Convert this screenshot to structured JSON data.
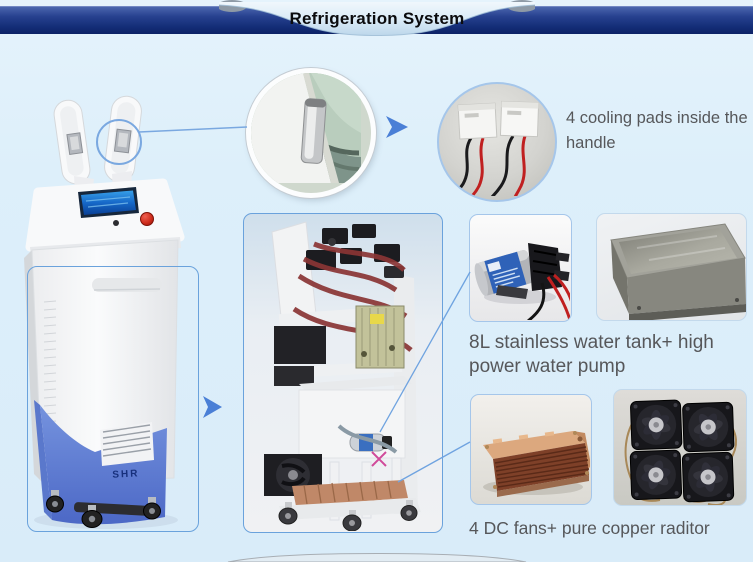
{
  "header": {
    "title": "Refrigeration System"
  },
  "machine": {
    "brand": "SHR"
  },
  "captions": {
    "cooling_pads": "4 cooling pads inside the handle",
    "tank_pump": "8L stainless water tank+ high power water pump",
    "fans_radiator": "4 DC fans+ pure copper raditor"
  },
  "colors": {
    "page_background": "#ddeffa",
    "banner_bar": "#1b3585",
    "ribbon": "#d9eaf6",
    "accent_arrow": "#4a7fd6",
    "annotation_line": "#6fa3e0",
    "frame_outline": "#6aa2dc",
    "caption_text": "#56575a",
    "machine_base_blue": "#5a78cc",
    "copper": "#7e4028"
  }
}
